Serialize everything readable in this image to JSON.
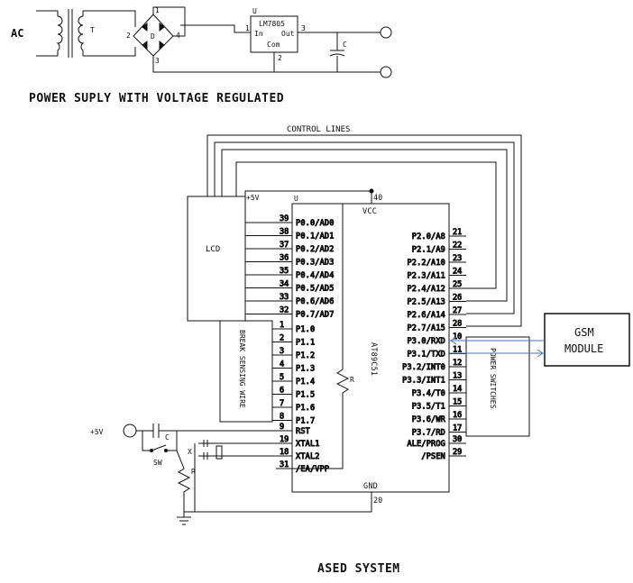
{
  "power_supply": {
    "ac_label": "AC",
    "transformer_label": "T",
    "regulator_ref": "U",
    "regulator_part": "LM7805",
    "regulator_in": "In",
    "regulator_out": "Out",
    "regulator_com": "Com",
    "regulator_pin_in": "1",
    "regulator_pin_out": "3",
    "regulator_pin_com": "2",
    "bridge_label": "D",
    "bridge_pin_1": "1",
    "bridge_pin_2": "2",
    "bridge_pin_3": "3",
    "bridge_pin_4": "4",
    "capacitor_label": "C",
    "title": "POWER SUPLY WITH VOLTAGE REGULATED"
  },
  "main_circuit": {
    "control_lines_label": "CONTROL LINES",
    "lcd_label": "LCD",
    "lcd_supply": "+5V",
    "mcu_ref": "U",
    "mcu_part": "AT89C51",
    "vcc_label": "VCC",
    "vcc_pin": "40",
    "gnd_label": "GND",
    "gnd_pin": "20",
    "break_sensing_label": "BREAK SENSING WIRE",
    "power_switches_label": "POWER SWITCHES",
    "gsm_module_line1": "GSM",
    "gsm_module_line2": "MODULE",
    "supply_label": "+5V",
    "reset_cap_label": "C",
    "reset_switch_label": "SW",
    "reset_resistor_label": "R",
    "pullup_resistor_label": "R",
    "crystal_label": "X",
    "title": "ASED SYSTEM",
    "left_pins": [
      {
        "num": "39",
        "name": "P0.0/AD0"
      },
      {
        "num": "38",
        "name": "P0.1/AD1"
      },
      {
        "num": "37",
        "name": "P0.2/AD2"
      },
      {
        "num": "36",
        "name": "P0.3/AD3"
      },
      {
        "num": "35",
        "name": "P0.4/AD4"
      },
      {
        "num": "34",
        "name": "P0.5/AD5"
      },
      {
        "num": "33",
        "name": "P0.6/AD6"
      },
      {
        "num": "32",
        "name": "P0.7/AD7"
      },
      {
        "num": "1",
        "name": "P1.0"
      },
      {
        "num": "2",
        "name": "P1.1"
      },
      {
        "num": "3",
        "name": "P1.2"
      },
      {
        "num": "4",
        "name": "P1.3"
      },
      {
        "num": "5",
        "name": "P1.4"
      },
      {
        "num": "6",
        "name": "P1.5"
      },
      {
        "num": "7",
        "name": "P1.6"
      },
      {
        "num": "8",
        "name": "P1.7"
      },
      {
        "num": "9",
        "name": "RST"
      },
      {
        "num": "19",
        "name": "XTAL1"
      },
      {
        "num": "18",
        "name": "XTAL2"
      },
      {
        "num": "31",
        "name": "/EA/VPP"
      }
    ],
    "right_pins": [
      {
        "num": "21",
        "name": "P2.0/A8"
      },
      {
        "num": "22",
        "name": "P2.1/A9"
      },
      {
        "num": "23",
        "name": "P2.2/A10"
      },
      {
        "num": "24",
        "name": "P2.3/A11"
      },
      {
        "num": "25",
        "name": "P2.4/A12"
      },
      {
        "num": "26",
        "name": "P2.5/A13"
      },
      {
        "num": "27",
        "name": "P2.6/A14"
      },
      {
        "num": "28",
        "name": "P2.7/A15"
      },
      {
        "num": "10",
        "name": "P3.0/RXD"
      },
      {
        "num": "11",
        "name": "P3.1/TXD"
      },
      {
        "num": "12",
        "name": "P3.2/INT0"
      },
      {
        "num": "13",
        "name": "P3.3/INT1"
      },
      {
        "num": "14",
        "name": "P3.4/T0"
      },
      {
        "num": "15",
        "name": "P3.5/T1"
      },
      {
        "num": "16",
        "name": "P3.6/WR"
      },
      {
        "num": "17",
        "name": "P3.7/RD"
      },
      {
        "num": "30",
        "name": "ALE/PROG"
      },
      {
        "num": "29",
        "name": "/PSEN"
      }
    ]
  }
}
